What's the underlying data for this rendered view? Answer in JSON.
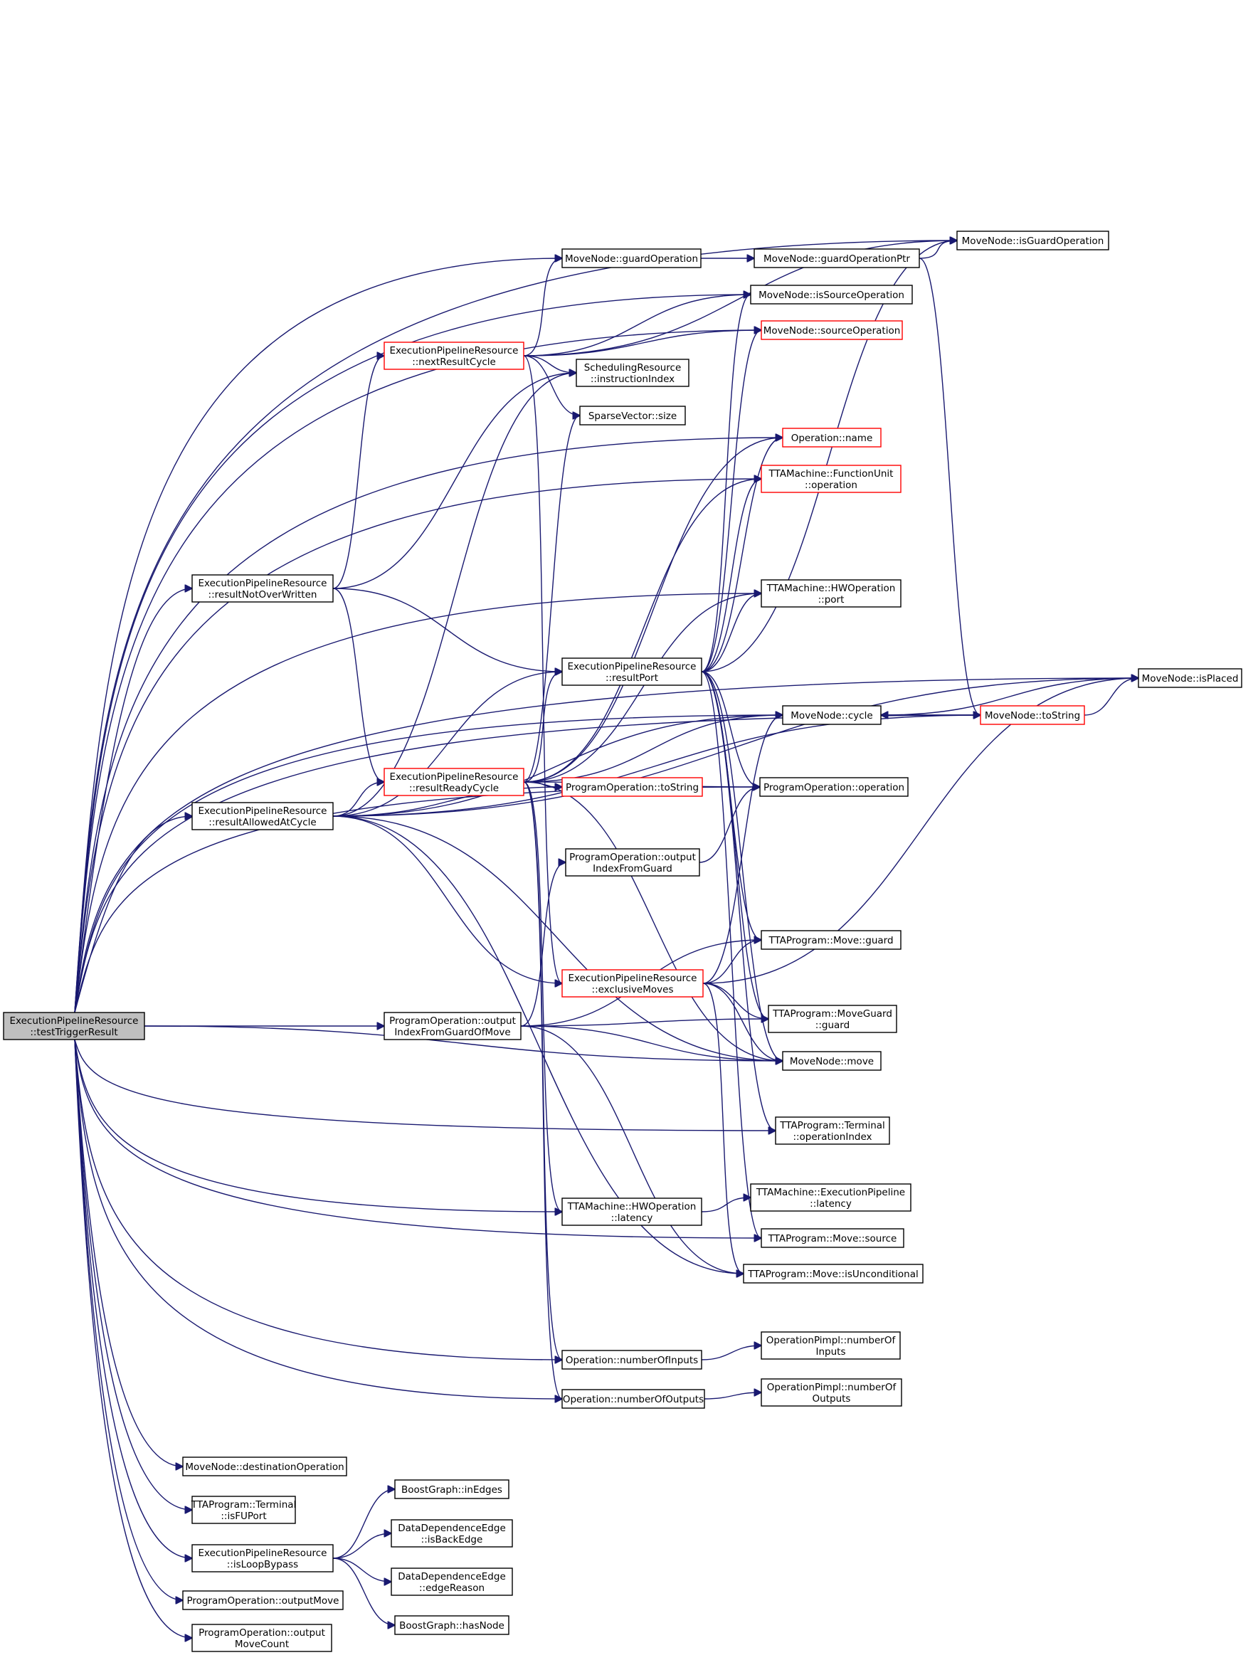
{
  "colors": {
    "edge": "#191970",
    "root_fill": "#bfbfbf",
    "border_black": "#000000",
    "border_red": "#ff0000"
  },
  "nodes": [
    {
      "id": "root",
      "lines": [
        "ExecutionPipelineResource",
        "::testTriggerResult"
      ],
      "style": "root"
    },
    {
      "id": "rnow",
      "lines": [
        "ExecutionPipelineResource",
        "::resultNotOverWritten"
      ],
      "style": "black"
    },
    {
      "id": "rac",
      "lines": [
        "ExecutionPipelineResource",
        "::resultAllowedAtCycle"
      ],
      "style": "black"
    },
    {
      "id": "pooigm",
      "lines": [
        "ProgramOperation::output",
        "IndexFromGuardOfMove"
      ],
      "style": "black"
    },
    {
      "id": "mndo",
      "lines": [
        "MoveNode::destinationOperation"
      ],
      "style": "black"
    },
    {
      "id": "tisfu",
      "lines": [
        "TTAProgram::Terminal",
        "::isFUPort"
      ],
      "style": "black"
    },
    {
      "id": "ilb",
      "lines": [
        "ExecutionPipelineResource",
        "::isLoopBypass"
      ],
      "style": "black"
    },
    {
      "id": "pomv",
      "lines": [
        "ProgramOperation::outputMove"
      ],
      "style": "black"
    },
    {
      "id": "pomc",
      "lines": [
        "ProgramOperation::output",
        "MoveCount"
      ],
      "style": "black"
    },
    {
      "id": "nrc",
      "lines": [
        "ExecutionPipelineResource",
        "::nextResultCycle"
      ],
      "style": "red"
    },
    {
      "id": "rrc",
      "lines": [
        "ExecutionPipelineResource",
        "::resultReadyCycle"
      ],
      "style": "red"
    },
    {
      "id": "mgo",
      "lines": [
        "MoveNode::guardOperation"
      ],
      "style": "black"
    },
    {
      "id": "srii",
      "lines": [
        "SchedulingResource",
        "::instructionIndex"
      ],
      "style": "black"
    },
    {
      "id": "svs",
      "lines": [
        "SparseVector::size"
      ],
      "style": "black"
    },
    {
      "id": "rport",
      "lines": [
        "ExecutionPipelineResource",
        "::resultPort"
      ],
      "style": "black"
    },
    {
      "id": "pots",
      "lines": [
        "ProgramOperation::toString"
      ],
      "style": "red"
    },
    {
      "id": "poofg",
      "lines": [
        "ProgramOperation::output",
        "IndexFromGuard"
      ],
      "style": "black"
    },
    {
      "id": "excl",
      "lines": [
        "ExecutionPipelineResource",
        "::exclusiveMoves"
      ],
      "style": "red"
    },
    {
      "id": "hwlat",
      "lines": [
        "TTAMachine::HWOperation",
        "::latency"
      ],
      "style": "black"
    },
    {
      "id": "noi",
      "lines": [
        "Operation::numberOfInputs"
      ],
      "style": "black"
    },
    {
      "id": "noo",
      "lines": [
        "Operation::numberOfOutputs"
      ],
      "style": "black"
    },
    {
      "id": "bgie",
      "lines": [
        "BoostGraph::inEdges"
      ],
      "style": "black"
    },
    {
      "id": "ddbe",
      "lines": [
        "DataDependenceEdge",
        "::isBackEdge"
      ],
      "style": "black"
    },
    {
      "id": "dder",
      "lines": [
        "DataDependenceEdge",
        "::edgeReason"
      ],
      "style": "black"
    },
    {
      "id": "bghn",
      "lines": [
        "BoostGraph::hasNode"
      ],
      "style": "black"
    },
    {
      "id": "mgop",
      "lines": [
        "MoveNode::guardOperationPtr"
      ],
      "style": "black"
    },
    {
      "id": "isrc",
      "lines": [
        "MoveNode::isSourceOperation"
      ],
      "style": "black"
    },
    {
      "id": "srco",
      "lines": [
        "MoveNode::sourceOperation"
      ],
      "style": "red"
    },
    {
      "id": "oname",
      "lines": [
        "Operation::name"
      ],
      "style": "red"
    },
    {
      "id": "fuop",
      "lines": [
        "TTAMachine::FunctionUnit",
        "::operation"
      ],
      "style": "red"
    },
    {
      "id": "hwport",
      "lines": [
        "TTAMachine::HWOperation",
        "::port"
      ],
      "style": "black"
    },
    {
      "id": "cyc",
      "lines": [
        "MoveNode::cycle"
      ],
      "style": "black"
    },
    {
      "id": "poop",
      "lines": [
        "ProgramOperation::operation"
      ],
      "style": "black"
    },
    {
      "id": "mvg",
      "lines": [
        "TTAProgram::Move::guard"
      ],
      "style": "black"
    },
    {
      "id": "mgg",
      "lines": [
        "TTAProgram::MoveGuard",
        "::guard"
      ],
      "style": "black"
    },
    {
      "id": "mnm",
      "lines": [
        "MoveNode::move"
      ],
      "style": "black"
    },
    {
      "id": "toi",
      "lines": [
        "TTAProgram::Terminal",
        "::operationIndex"
      ],
      "style": "black"
    },
    {
      "id": "eplat",
      "lines": [
        "TTAMachine::ExecutionPipeline",
        "::latency"
      ],
      "style": "black"
    },
    {
      "id": "mvs",
      "lines": [
        "TTAProgram::Move::source"
      ],
      "style": "black"
    },
    {
      "id": "mvu",
      "lines": [
        "TTAProgram::Move::isUnconditional"
      ],
      "style": "black"
    },
    {
      "id": "opni",
      "lines": [
        "OperationPimpl::numberOf",
        "Inputs"
      ],
      "style": "black"
    },
    {
      "id": "opno",
      "lines": [
        "OperationPimpl::numberOf",
        "Outputs"
      ],
      "style": "black"
    },
    {
      "id": "igo",
      "lines": [
        "MoveNode::isGuardOperation"
      ],
      "style": "black"
    },
    {
      "id": "mnts",
      "lines": [
        "MoveNode::toString"
      ],
      "style": "red"
    },
    {
      "id": "isp",
      "lines": [
        "MoveNode::isPlaced"
      ],
      "style": "black"
    }
  ],
  "edges": [
    [
      "root",
      "rnow"
    ],
    [
      "root",
      "rac"
    ],
    [
      "root",
      "pooigm"
    ],
    [
      "root",
      "mndo"
    ],
    [
      "root",
      "tisfu"
    ],
    [
      "root",
      "ilb"
    ],
    [
      "root",
      "pomv"
    ],
    [
      "root",
      "pomc"
    ],
    [
      "root",
      "igo"
    ],
    [
      "root",
      "isp"
    ],
    [
      "root",
      "isrc"
    ],
    [
      "root",
      "srco"
    ],
    [
      "root",
      "oname"
    ],
    [
      "root",
      "fuop"
    ],
    [
      "root",
      "mgo"
    ],
    [
      "root",
      "hwport"
    ],
    [
      "root",
      "cyc"
    ],
    [
      "root",
      "poop"
    ],
    [
      "root",
      "mnm"
    ],
    [
      "root",
      "toi"
    ],
    [
      "root",
      "hwlat"
    ],
    [
      "root",
      "mvs"
    ],
    [
      "root",
      "noi"
    ],
    [
      "root",
      "noo"
    ],
    [
      "root",
      "mnts"
    ],
    [
      "rnow",
      "nrc"
    ],
    [
      "rnow",
      "srii"
    ],
    [
      "rnow",
      "rport"
    ],
    [
      "rnow",
      "rrc"
    ],
    [
      "rac",
      "rrc"
    ],
    [
      "rac",
      "pots"
    ],
    [
      "rac",
      "srii"
    ],
    [
      "rac",
      "rport"
    ],
    [
      "rac",
      "cyc"
    ],
    [
      "rac",
      "excl"
    ],
    [
      "rac",
      "mnm"
    ],
    [
      "rac",
      "mnts"
    ],
    [
      "rac",
      "isp"
    ],
    [
      "rac",
      "mvu"
    ],
    [
      "nrc",
      "mgo"
    ],
    [
      "nrc",
      "srii"
    ],
    [
      "nrc",
      "svs"
    ],
    [
      "nrc",
      "isrc"
    ],
    [
      "nrc",
      "srco"
    ],
    [
      "nrc",
      "igo"
    ],
    [
      "nrc",
      "excl"
    ],
    [
      "rrc",
      "rport"
    ],
    [
      "rrc",
      "pots"
    ],
    [
      "rrc",
      "poop"
    ],
    [
      "rrc",
      "cyc"
    ],
    [
      "rrc",
      "oname"
    ],
    [
      "rrc",
      "fuop"
    ],
    [
      "rrc",
      "hwport"
    ],
    [
      "rrc",
      "svs"
    ],
    [
      "rrc",
      "hwlat"
    ],
    [
      "rrc",
      "noi"
    ],
    [
      "rrc",
      "noo"
    ],
    [
      "rrc",
      "mnm"
    ],
    [
      "mgo",
      "mgop"
    ],
    [
      "mgop",
      "igo"
    ],
    [
      "mgop",
      "mnts"
    ],
    [
      "rport",
      "isrc"
    ],
    [
      "rport",
      "srco"
    ],
    [
      "rport",
      "oname"
    ],
    [
      "rport",
      "fuop"
    ],
    [
      "rport",
      "hwport"
    ],
    [
      "rport",
      "igo"
    ],
    [
      "rport",
      "poop"
    ],
    [
      "rport",
      "mvg"
    ],
    [
      "rport",
      "mgg"
    ],
    [
      "rport",
      "mnm"
    ],
    [
      "rport",
      "toi"
    ],
    [
      "rport",
      "mvs"
    ],
    [
      "pooigm",
      "poofg"
    ],
    [
      "pooigm",
      "mvg"
    ],
    [
      "pooigm",
      "mgg"
    ],
    [
      "pooigm",
      "mnm"
    ],
    [
      "pooigm",
      "mvu"
    ],
    [
      "poofg",
      "poop"
    ],
    [
      "excl",
      "mvg"
    ],
    [
      "excl",
      "mgg"
    ],
    [
      "excl",
      "mnm"
    ],
    [
      "excl",
      "cyc"
    ],
    [
      "excl",
      "isp"
    ],
    [
      "excl",
      "mvu"
    ],
    [
      "cyc",
      "mnts"
    ],
    [
      "cyc",
      "isp"
    ],
    [
      "mnts",
      "isp"
    ],
    [
      "mnts",
      "cyc"
    ],
    [
      "hwlat",
      "eplat"
    ],
    [
      "noi",
      "opni"
    ],
    [
      "noo",
      "opno"
    ],
    [
      "ilb",
      "bgie"
    ],
    [
      "ilb",
      "ddbe"
    ],
    [
      "ilb",
      "dder"
    ],
    [
      "ilb",
      "bghn"
    ]
  ]
}
